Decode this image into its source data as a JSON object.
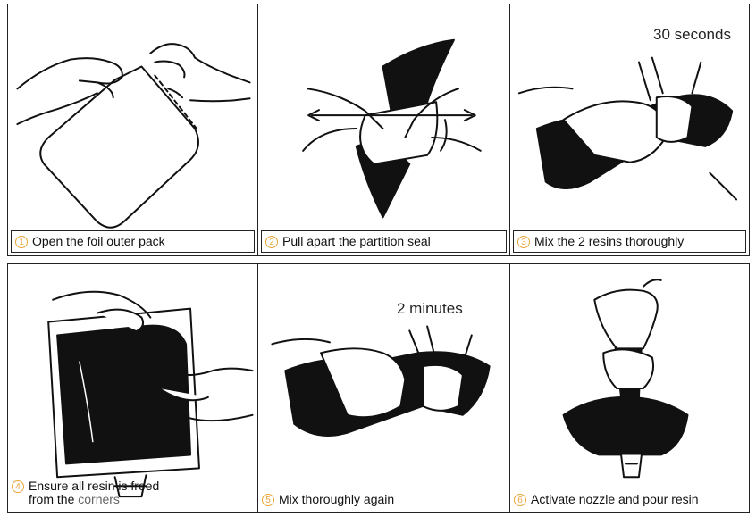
{
  "accent_color": "#e8a53a",
  "steps": [
    {
      "number": "1",
      "caption": "Open the foil outer pack"
    },
    {
      "number": "2",
      "caption": "Pull apart the partition seal"
    },
    {
      "number": "3",
      "caption": "Mix the 2 resins thoroughly",
      "duration": "30 seconds"
    },
    {
      "number": "4",
      "caption_line1": "Ensure all resin is freed",
      "caption_line2_a": "from the ",
      "caption_line2_b": "corners"
    },
    {
      "number": "5",
      "caption": "Mix thoroughly again",
      "duration": "2 minutes"
    },
    {
      "number": "6",
      "caption": "Activate nozzle and pour resin"
    }
  ]
}
